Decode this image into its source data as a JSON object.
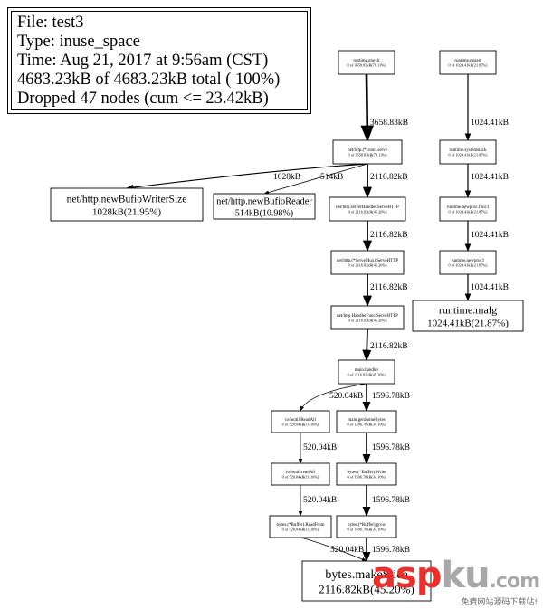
{
  "legend": {
    "file": "File: test3",
    "type": "Type: inuse_space",
    "time": "Time: Aug 21, 2017 at 9:56am (CST)",
    "total": "4683.23kB of 4683.23kB total (  100%)",
    "dropped": "Dropped 47 nodes (cum <= 23.42kB)"
  },
  "nodes": [
    {
      "id": "goexit",
      "name": "runtime.goexit",
      "value": "0 of 3658.83kB(78.13%)"
    },
    {
      "id": "serve",
      "name": "net/http.(*conn).serve",
      "value": "0 of 3658.83kB(78.13%)"
    },
    {
      "id": "writer",
      "name": "net/http.newBufioWriterSize",
      "value": "1028kB(21.95%)"
    },
    {
      "id": "reader",
      "name": "net/http.newBufioReader",
      "value": "514kB(10.98%)"
    },
    {
      "id": "shandler",
      "name": "net/http.serverHandler.ServeHTTP",
      "value": "0 of 2116.82kB(45.20%)"
    },
    {
      "id": "mux",
      "name": "net/http.(*ServeMux).ServeHTTP",
      "value": "0 of 2116.82kB(45.20%)"
    },
    {
      "id": "hfunc",
      "name": "net/http.HandlerFunc.ServeHTTP",
      "value": "0 of 2116.82kB(45.20%)"
    },
    {
      "id": "mainh",
      "name": "main.handler",
      "value": "0 of 2116.82kB(45.20%)"
    },
    {
      "id": "readall",
      "name": "io/ioutil.ReadAll",
      "value": "0 of 520.04kB(11.10%)"
    },
    {
      "id": "genbytes",
      "name": "main.genSomeBytes",
      "value": "0 of 1596.78kB(34.10%)"
    },
    {
      "id": "readall2",
      "name": "io/ioutil.readAll",
      "value": "0 of 520.04kB(11.10%)"
    },
    {
      "id": "bwrite",
      "name": "bytes.(*Buffer).Write",
      "value": "0 of 1596.78kB(34.10%)"
    },
    {
      "id": "readfrom",
      "name": "bytes.(*Buffer).ReadFrom",
      "value": "0 of 520.04kB(11.10%)"
    },
    {
      "id": "grow",
      "name": "bytes.(*Buffer).grow",
      "value": "0 of 1596.78kB(34.10%)"
    },
    {
      "id": "makeslice",
      "name": "bytes.makeSlice",
      "value": "2116.82kB(45.20%)"
    },
    {
      "id": "mstart",
      "name": "runtime.mstart",
      "value": "0 of 1024.41kB(21.87%)"
    },
    {
      "id": "systemstack",
      "name": "runtime.systemstack",
      "value": "0 of 1024.41kB(21.87%)"
    },
    {
      "id": "newprocf1",
      "name": "runtime.newproc.func1",
      "value": "0 of 1024.41kB(21.87%)"
    },
    {
      "id": "newproc1",
      "name": "runtime.newproc1",
      "value": "0 of 1024.41kB(21.87%)"
    },
    {
      "id": "malg",
      "name": "runtime.malg",
      "value": "1024.41kB(21.87%)"
    }
  ],
  "edges": [
    {
      "from": "goexit",
      "to": "serve",
      "label": "3658.83kB"
    },
    {
      "from": "serve",
      "to": "writer",
      "label": "1028kB"
    },
    {
      "from": "serve",
      "to": "reader",
      "label": "514kB"
    },
    {
      "from": "serve",
      "to": "shandler",
      "label": "2116.82kB"
    },
    {
      "from": "shandler",
      "to": "mux",
      "label": "2116.82kB"
    },
    {
      "from": "mux",
      "to": "hfunc",
      "label": "2116.82kB"
    },
    {
      "from": "hfunc",
      "to": "mainh",
      "label": "2116.82kB"
    },
    {
      "from": "mainh",
      "to": "readall",
      "label": "520.04kB"
    },
    {
      "from": "mainh",
      "to": "genbytes",
      "label": "1596.78kB"
    },
    {
      "from": "readall",
      "to": "readall2",
      "label": "520.04kB"
    },
    {
      "from": "genbytes",
      "to": "bwrite",
      "label": "1596.78kB"
    },
    {
      "from": "readall2",
      "to": "readfrom",
      "label": "520.04kB"
    },
    {
      "from": "bwrite",
      "to": "grow",
      "label": "1596.78kB"
    },
    {
      "from": "readfrom",
      "to": "makeslice",
      "label": "520.04kB"
    },
    {
      "from": "grow",
      "to": "makeslice",
      "label": "1596.78kB"
    },
    {
      "from": "mstart",
      "to": "systemstack",
      "label": "1024.41kB"
    },
    {
      "from": "systemstack",
      "to": "newprocf1",
      "label": "1024.41kB"
    },
    {
      "from": "newprocf1",
      "to": "newproc1",
      "label": "1024.41kB"
    },
    {
      "from": "newproc1",
      "to": "malg",
      "label": "1024.41kB"
    }
  ],
  "watermark": {
    "brand_red": "asp",
    "brand_gray": "ku",
    "brand_suffix": ".com",
    "tagline": "免费网站源码下载站!",
    "red_color": "#e8312f",
    "gray_color": "#a8a8a8"
  }
}
